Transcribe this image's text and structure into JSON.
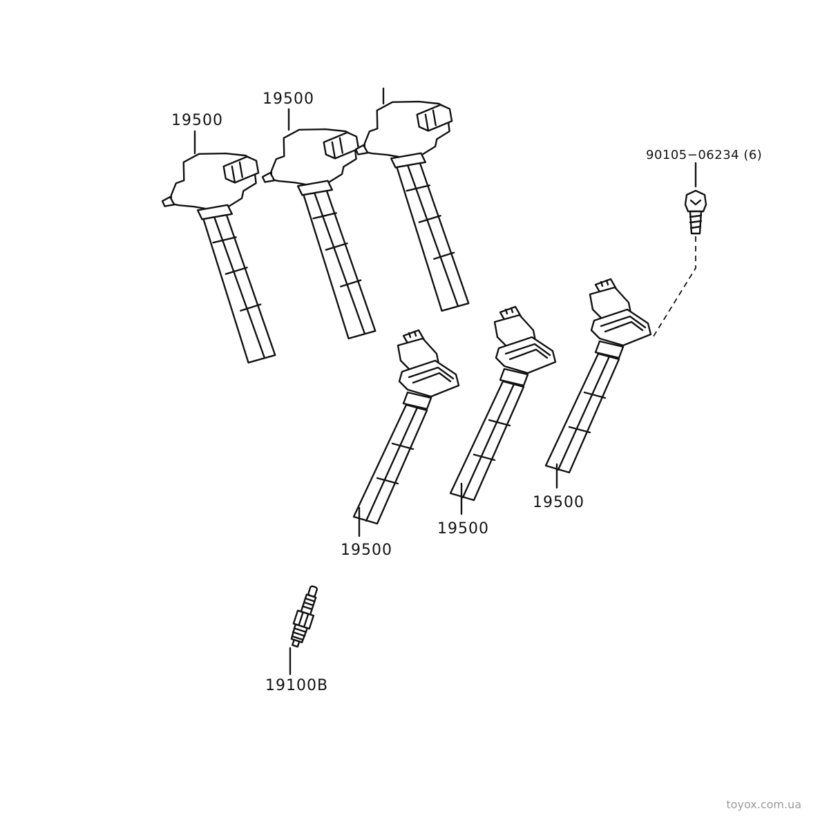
{
  "labels": {
    "coil_top_1": "19500",
    "coil_top_2": "19500",
    "coil_bottom_1": "19500",
    "coil_bottom_2": "19500",
    "coil_bottom_3": "19500",
    "bolt": "90105−06234 (6)",
    "spark_plug": "19100B"
  },
  "watermark": "toyox.com.ua"
}
